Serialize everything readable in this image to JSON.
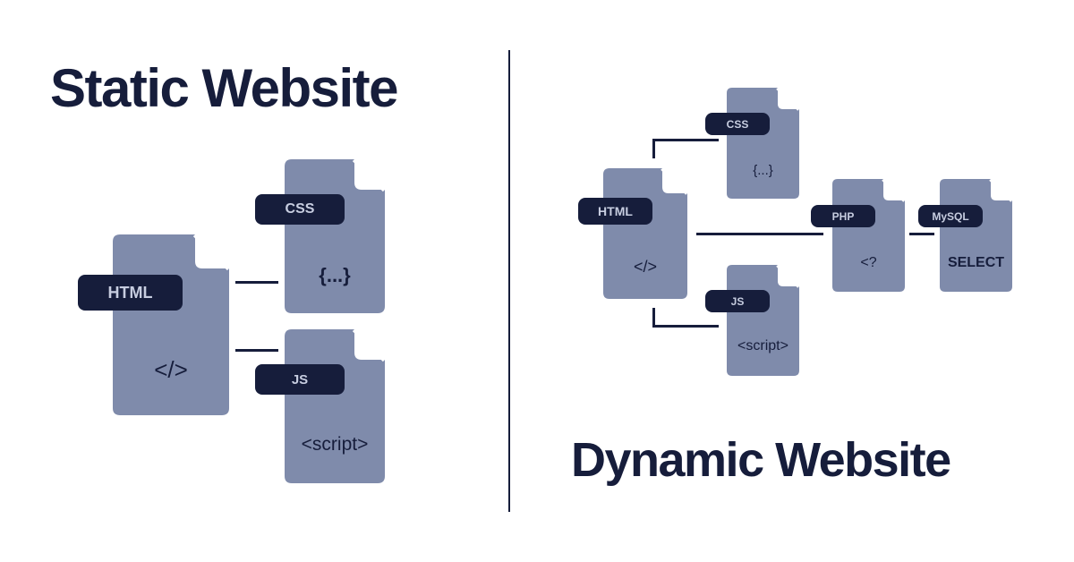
{
  "static_section": {
    "title": "Static Website",
    "html_doc": {
      "label": "HTML",
      "content": "</>"
    },
    "css_doc": {
      "label": "CSS",
      "content": "{...}"
    },
    "js_doc": {
      "label": "JS",
      "content": "<script>"
    }
  },
  "dynamic_section": {
    "title": "Dynamic Website",
    "html_doc": {
      "label": "HTML",
      "content": "</>"
    },
    "css_doc": {
      "label": "CSS",
      "content": "{...}"
    },
    "js_doc": {
      "label": "JS",
      "content": "<script>"
    },
    "php_doc": {
      "label": "PHP",
      "content": "<?"
    },
    "mysql_doc": {
      "label": "MySQL",
      "content": "SELECT"
    }
  },
  "colors": {
    "heading": "#161d3b",
    "document_fill": "#7f8bab",
    "document_fold": "#ffffff",
    "label_pill": "#161d3b",
    "label_text": "#c7cde0",
    "connector": "#161d3b"
  }
}
